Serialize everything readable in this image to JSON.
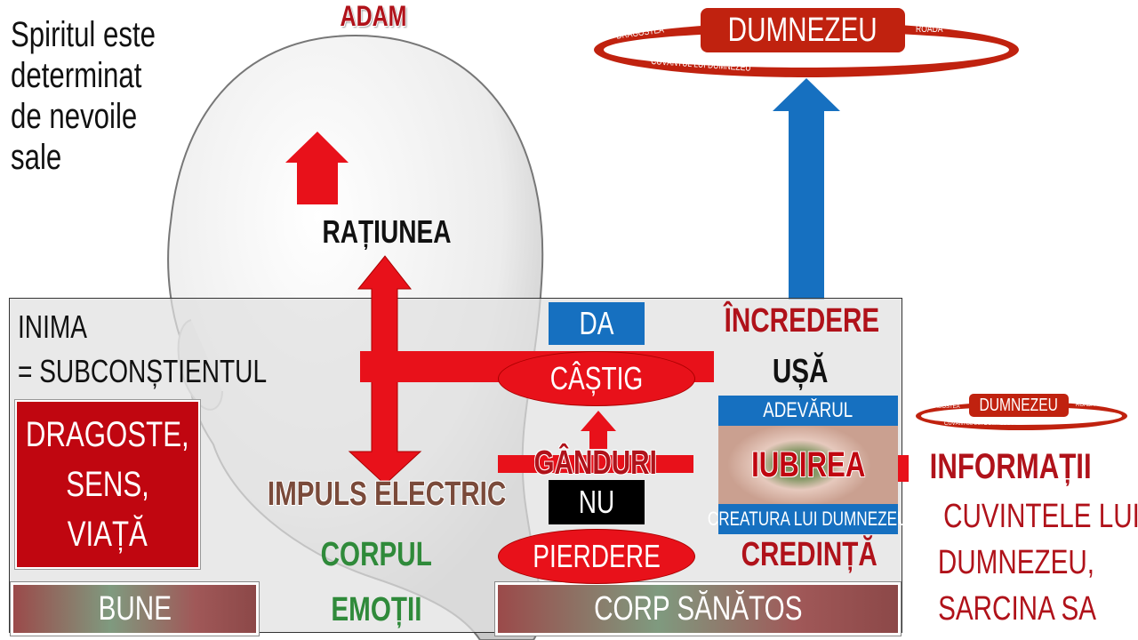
{
  "title": "ADAM",
  "spirit_text": [
    "Spiritul este",
    "determinat",
    "de nevoile",
    "sale"
  ],
  "god_ring_large": {
    "center": "DUMNEZEU",
    "left": "DRAGOSTEA",
    "right": "ROADĂ",
    "bottom": "CUVÂNTUL LUI DUMNEZEU"
  },
  "god_ring_small": {
    "center": "DUMNEZEU",
    "left": "DRAGOSTEA",
    "right": "ROADĂ",
    "bottom": "CUVÂNTUL LUI DUMNEZEU"
  },
  "reason": "RAȚIUNEA",
  "heart": {
    "line1": "INIMA",
    "line2": "= SUBCONȘTIENTUL"
  },
  "needs_box": [
    "DRAGOSTE,",
    "SENS,",
    "VIAȚĂ"
  ],
  "impulse": "IMPULS ELECTRIC",
  "body": "CORPUL",
  "emotions": "EMOȚII",
  "good": "BUNE",
  "healthy_body": "CORP SĂNĂTOS",
  "yes": "DA",
  "gain": "CÂȘTIG",
  "thoughts": "GÂNDURI",
  "no": "NU",
  "loss": "PIERDERE",
  "trust": "ÎNCREDERE",
  "door": "UȘĂ",
  "eye_panel": {
    "top": "ADEVĂRUL",
    "middle": "IUBIREA",
    "bottom": "CREATURA LUI DUMNEZEU"
  },
  "faith": "CREDINȚĂ",
  "information": "INFORMAȚII",
  "info_detail": [
    "CUVINTELE LUI",
    "DUMNEZEU,",
    "SARCINA SA"
  ],
  "colors": {
    "red": "#e8111a",
    "dark_red": "#b0121a",
    "blue": "#1670c0",
    "green": "#2f8a3a",
    "brown": "#7a4a3a"
  }
}
